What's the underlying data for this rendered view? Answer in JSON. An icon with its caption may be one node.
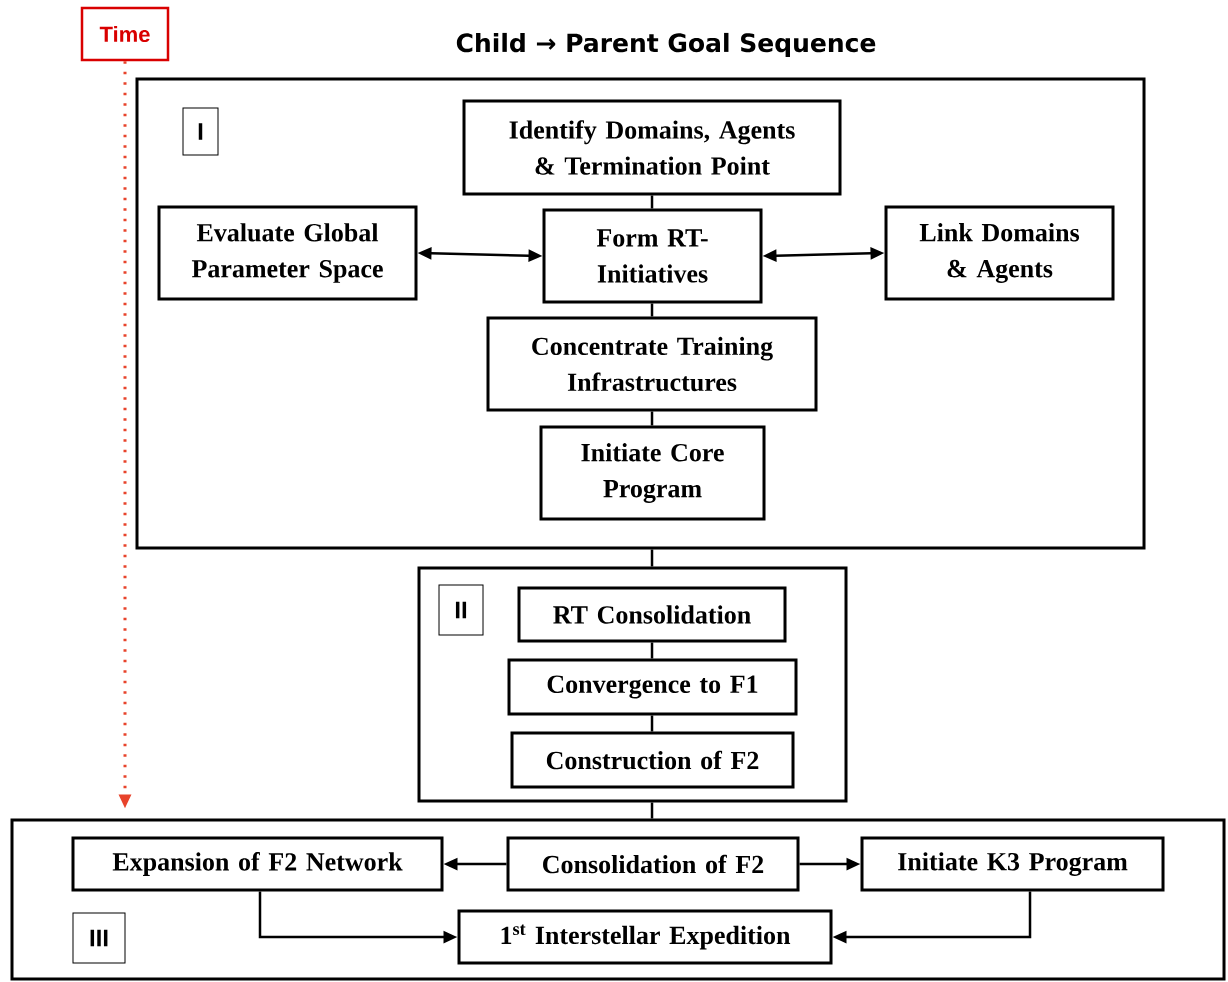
{
  "diagram": {
    "title": "Child → Parent Goal Sequence",
    "nodes": [
      {
        "text": [
          "Time"
        ]
      },
      {
        "text": [],
        "shape": "box"
      },
      {
        "text": [
          "I"
        ],
        "in": 1
      },
      {
        "text": [
          "Identify Domains, Agents & Termination Point"
        ],
        "in": 1
      },
      {
        "text": [
          "Evaluate Global Parameter Space"
        ],
        "in": 1
      },
      {
        "text": [
          "Form RT-Initiatives"
        ],
        "in": 1
      },
      {
        "text": [
          "Link Domains & Agents"
        ],
        "in": 1
      },
      {
        "text": [
          "Concentrate Training Infrastructures"
        ],
        "in": 1
      },
      {
        "text": [
          "Initiate Core Program"
        ],
        "in": 1
      },
      {
        "text": [],
        "shape": "box"
      },
      {
        "text": [
          "II"
        ],
        "in": 9
      },
      {
        "text": [
          "RT Consolidation"
        ],
        "in": 9
      },
      {
        "text": [
          "Convergence to F1"
        ],
        "in": 9
      },
      {
        "text": [
          "Construction of F2"
        ],
        "in": 9
      },
      {
        "text": [],
        "shape": "box"
      },
      {
        "text": [
          "III"
        ],
        "in": 14
      },
      {
        "text": [
          "Expansion of F2 Network"
        ],
        "in": 14
      },
      {
        "text": [
          "Consolidation of F2"
        ],
        "in": 14
      },
      {
        "text": [
          "Initiate K3 Program"
        ],
        "in": 14
      },
      {
        "text": [
          "1$^{st}$ Interstellar Expedition"
        ],
        "in": 14
      }
    ],
    "edges": [
      {
        "from": 0,
        "to": 14,
        "arrow": "to",
        "style": "dashed",
        "color": "#e8432b"
      },
      {
        "from": 3,
        "to": 5,
        "arrow": "none"
      },
      {
        "from": 4,
        "to": 5,
        "arrow": "both"
      },
      {
        "from": 5,
        "to": 6,
        "arrow": "both"
      },
      {
        "from": 5,
        "to": 7,
        "arrow": "none"
      },
      {
        "from": 7,
        "to": 8,
        "arrow": "none"
      },
      {
        "from": 1,
        "to": 9,
        "arrow": "none"
      },
      {
        "from": 11,
        "to": 12,
        "arrow": "none"
      },
      {
        "from": 12,
        "to": 13,
        "arrow": "none"
      },
      {
        "from": 9,
        "to": 14,
        "arrow": "none"
      },
      {
        "from": 17,
        "to": 16,
        "arrow": "to"
      },
      {
        "from": 17,
        "to": 18,
        "arrow": "to"
      },
      {
        "from": 16,
        "to": 19,
        "arrow": "to"
      },
      {
        "from": 18,
        "to": 19,
        "arrow": "to"
      }
    ]
  }
}
